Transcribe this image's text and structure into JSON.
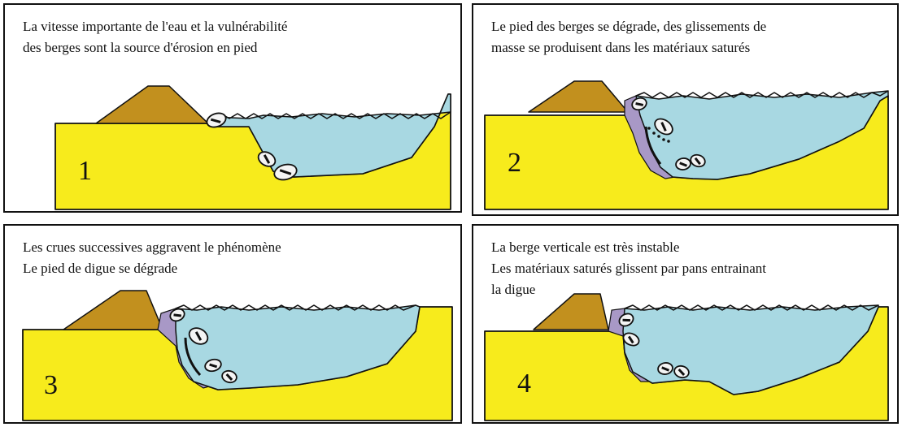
{
  "panels": [
    {
      "number": "1",
      "caption": [
        "La vitesse importante de l'eau et la vulnérabilité",
        "des berges sont la source d'érosion en pied"
      ]
    },
    {
      "number": "2",
      "caption": [
        "Le  pied des berges se dégrade, des glissements de",
        "masse se produisent dans les matériaux saturés"
      ]
    },
    {
      "number": "3",
      "caption": [
        "Les crues successives aggravent le phénomène",
        "Le pied de digue se dégrade"
      ]
    },
    {
      "number": "4",
      "caption": [
        "La berge verticale est très instable",
        "Les matériaux saturés glissent par pans entrainant",
        "la digue"
      ]
    }
  ],
  "colors": {
    "ground": "#f7eb1c",
    "levee": "#c2901e",
    "water": "#a8d8e2",
    "slump": "#a898c6",
    "outline": "#111111",
    "rock_fill": "#f4f4f4"
  }
}
